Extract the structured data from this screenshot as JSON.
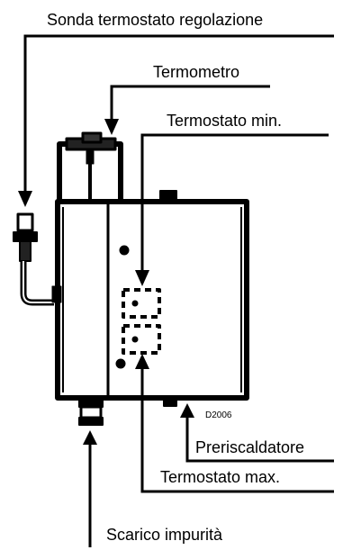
{
  "labels": {
    "sonda": "Sonda termostato regolazione",
    "termometro": "Termometro",
    "termostato_min": "Termostato min.",
    "preriscaldatore": "Preriscaldatore",
    "termostato_max": "Termostato max.",
    "scarico": "Scarico impurità",
    "codice": "D2006"
  }
}
